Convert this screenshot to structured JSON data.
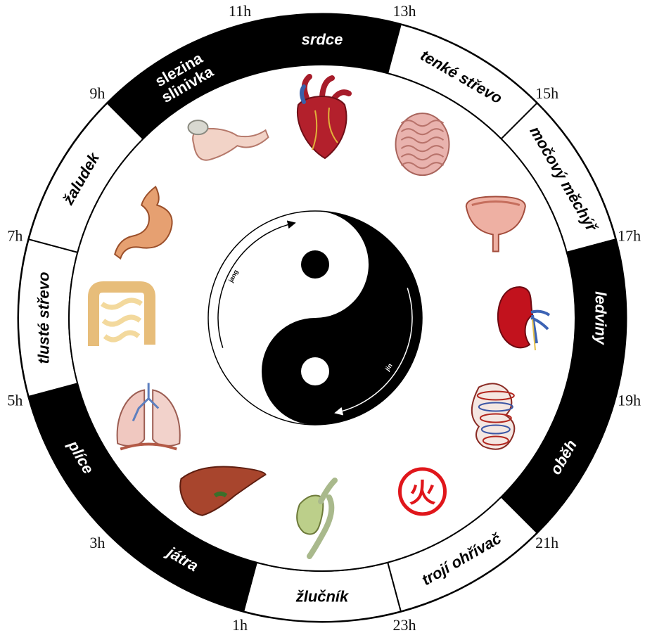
{
  "diagram": {
    "segments": [
      {
        "organ": "srdce",
        "start_hour": "11h",
        "end_hour": "13h",
        "fill": "black",
        "icon": "heart-icon"
      },
      {
        "organ": "tenké střevo",
        "start_hour": "13h",
        "end_hour": "15h",
        "fill": "white",
        "icon": "small-intestine-icon"
      },
      {
        "organ": "močový měchýř",
        "start_hour": "15h",
        "end_hour": "17h",
        "fill": "white",
        "icon": "bladder-icon"
      },
      {
        "organ": "ledviny",
        "start_hour": "17h",
        "end_hour": "19h",
        "fill": "black",
        "icon": "kidney-icon"
      },
      {
        "organ": "oběh",
        "start_hour": "19h",
        "end_hour": "21h",
        "fill": "black",
        "icon": "circulation-icon"
      },
      {
        "organ": "trojí ohřívač",
        "start_hour": "21h",
        "end_hour": "23h",
        "fill": "white",
        "icon": "fire-symbol-icon"
      },
      {
        "organ": "žlučník",
        "start_hour": "23h",
        "end_hour": "1h",
        "fill": "white",
        "icon": "gallbladder-icon"
      },
      {
        "organ": "játra",
        "start_hour": "1h",
        "end_hour": "3h",
        "fill": "black",
        "icon": "liver-icon"
      },
      {
        "organ": "plíce",
        "start_hour": "3h",
        "end_hour": "5h",
        "fill": "black",
        "icon": "lungs-icon"
      },
      {
        "organ": "tlusté střevo",
        "start_hour": "5h",
        "end_hour": "7h",
        "fill": "white",
        "icon": "large-intestine-icon"
      },
      {
        "organ": "žaludek",
        "start_hour": "7h",
        "end_hour": "9h",
        "fill": "white",
        "icon": "stomach-icon"
      },
      {
        "organ": [
          "slezina",
          "slinivka"
        ],
        "start_hour": "9h",
        "end_hour": "11h",
        "fill": "black",
        "icon": "pancreas-spleen-icon"
      }
    ],
    "hours": [
      "11h",
      "13h",
      "15h",
      "17h",
      "19h",
      "21h",
      "23h",
      "1h",
      "3h",
      "5h",
      "7h",
      "9h"
    ],
    "yin_yang": {
      "upper_label": "jang",
      "lower_label": "jin"
    },
    "fire_glyph": "火",
    "colors": {
      "dark": "#000000",
      "light": "#ffffff",
      "fire": "#e0161b"
    }
  }
}
